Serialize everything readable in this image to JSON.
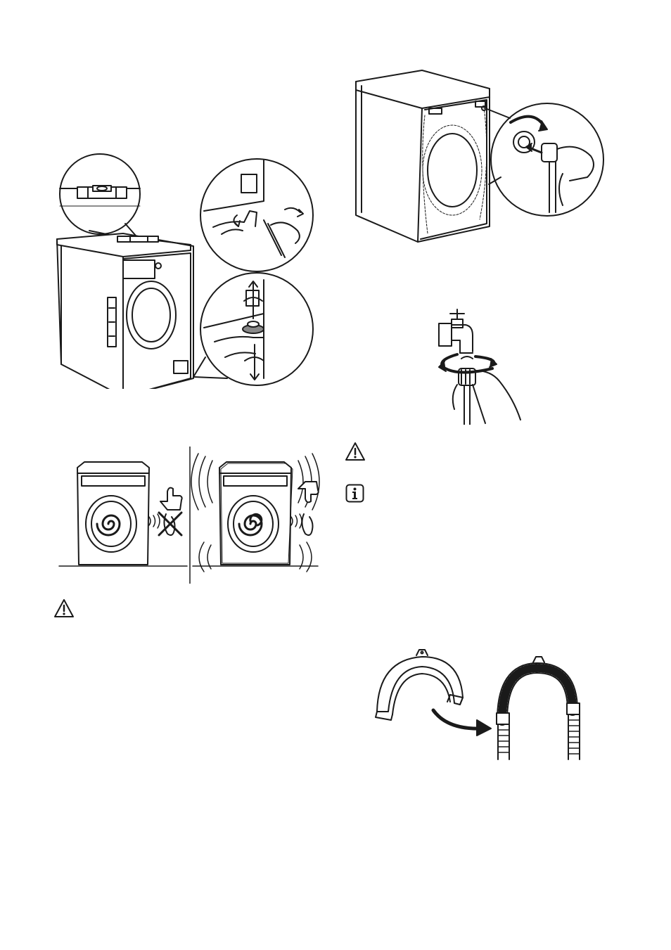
{
  "page": {
    "background": "#ffffff",
    "line_color": "#1a1a1a"
  },
  "figures": [
    {
      "id": "leveling",
      "icons": [
        "spirit-level-icon",
        "wrench-icon",
        "rotate-arrow-icon"
      ]
    },
    {
      "id": "inlet-hose-back",
      "icons": [
        "rotate-arrow-icon",
        "hose-nut-icon"
      ]
    },
    {
      "id": "tap-connection",
      "icons": [
        "tap-icon",
        "rotate-arrow-icon"
      ]
    },
    {
      "id": "vibration-comparison",
      "icons": [
        "thumbs-up-icon",
        "thumbs-down-icon",
        "ear-icon",
        "cross-icon"
      ]
    },
    {
      "id": "hose-guide",
      "icons": [
        "hose-guide-icon",
        "drain-hose-icon",
        "curved-arrow-icon"
      ]
    }
  ],
  "notices": [
    {
      "icon": "warning-icon"
    },
    {
      "icon": "info-icon"
    },
    {
      "icon": "warning-icon"
    }
  ]
}
